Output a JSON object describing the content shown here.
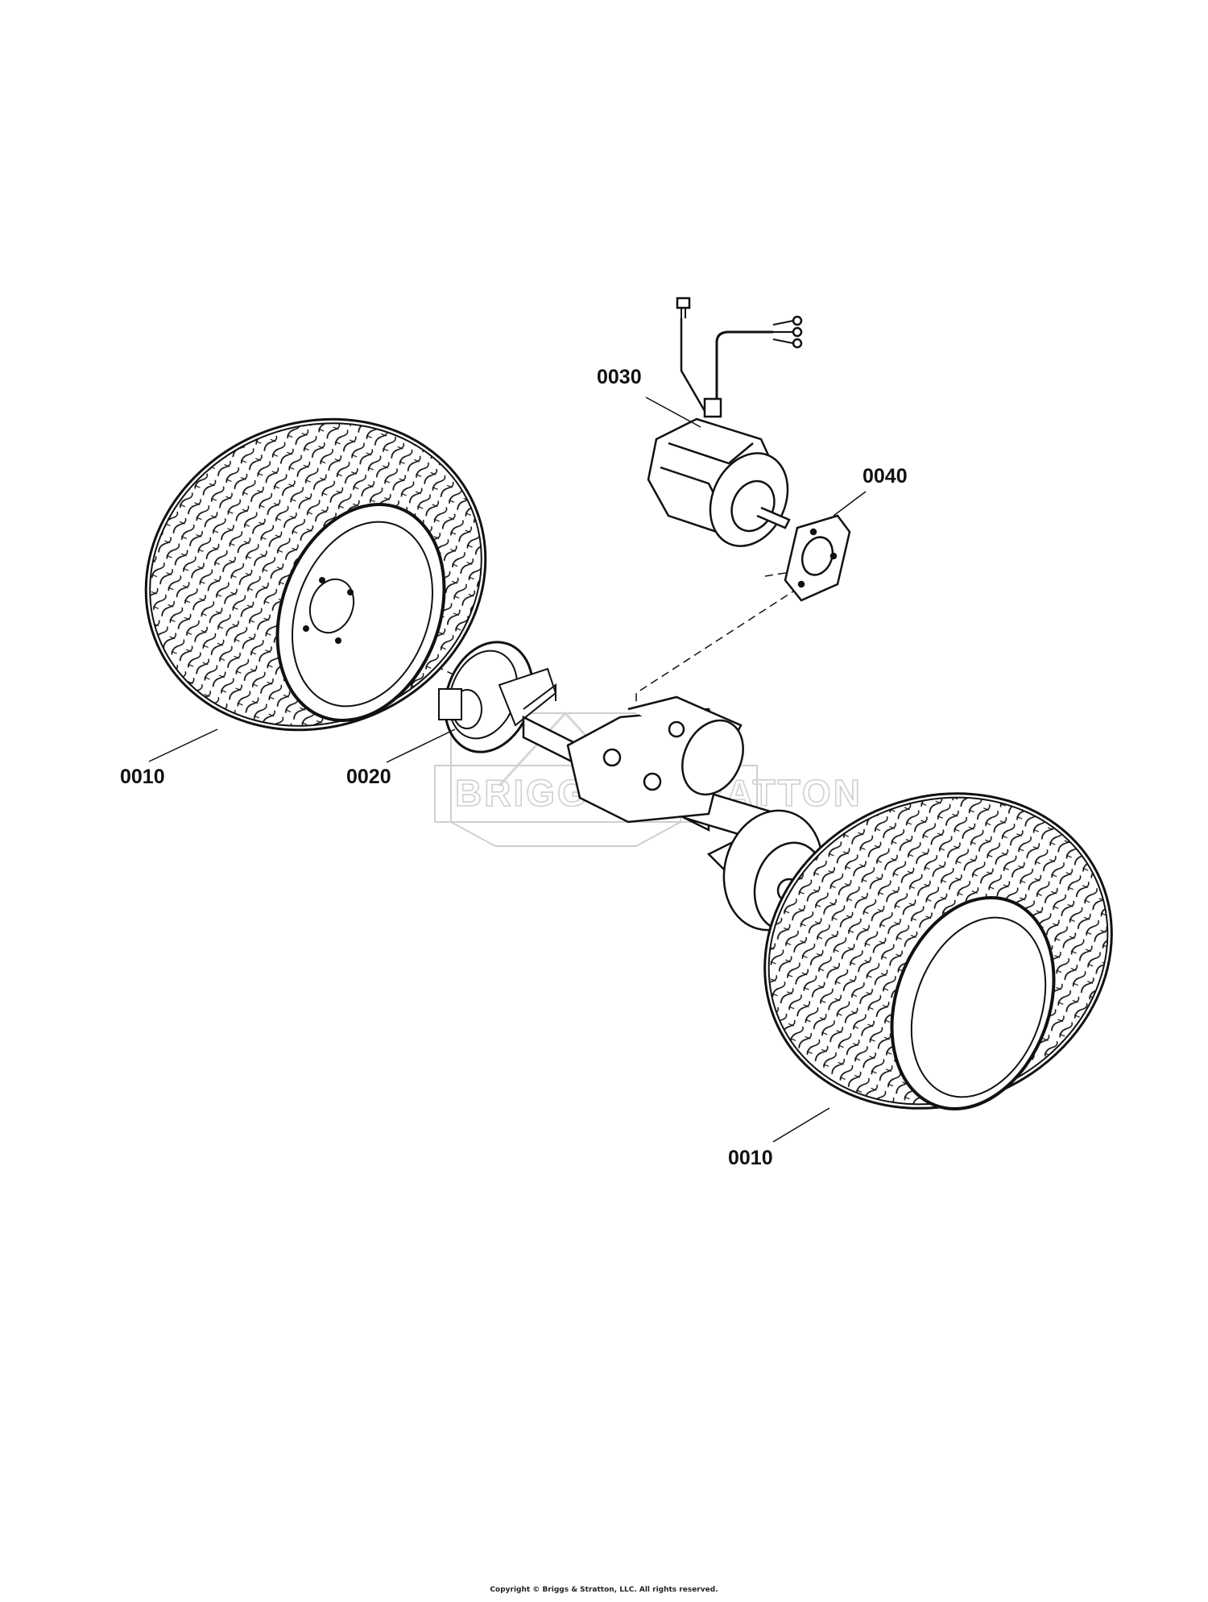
{
  "watermark": {
    "brand_text": "BRIGGS&STRATTON",
    "logo_icon": "briggs-stratton-shield-logo"
  },
  "callouts": {
    "wheel_left": "0010",
    "brake_hub": "0020",
    "motor": "0030",
    "gasket": "0040",
    "wheel_right": "0010"
  },
  "footer": {
    "copyright": "Copyright © Briggs & Stratton, LLC. All rights reserved."
  },
  "colors": {
    "line": "#111111",
    "watermark": "#cfcfcf"
  }
}
